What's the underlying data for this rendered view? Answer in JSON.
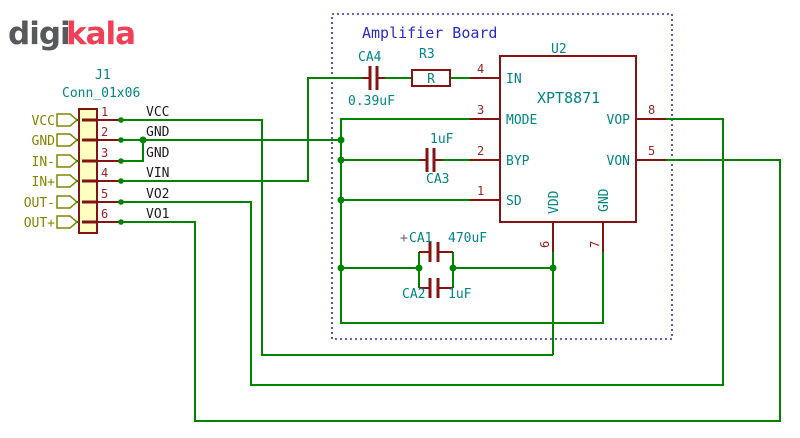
{
  "logo": {
    "gray": "digi",
    "red": "kala"
  },
  "note": {
    "title": "Amplifier Board"
  },
  "connector": {
    "ref": "J1",
    "value": "Conn_01x06",
    "pins": [
      {
        "num": "1",
        "hier": "VCC",
        "net": "VCC"
      },
      {
        "num": "2",
        "hier": "GND",
        "net": "GND"
      },
      {
        "num": "3",
        "hier": "IN-",
        "net": "GND"
      },
      {
        "num": "4",
        "hier": "IN+",
        "net": "VIN"
      },
      {
        "num": "5",
        "hier": "OUT-",
        "net": "VO2"
      },
      {
        "num": "6",
        "hier": "OUT+",
        "net": "VO1"
      }
    ]
  },
  "ic": {
    "ref": "U2",
    "value": "XPT8871",
    "pins": {
      "in": {
        "num": "4",
        "name": "IN"
      },
      "mode": {
        "num": "3",
        "name": "MODE"
      },
      "byp": {
        "num": "2",
        "name": "BYP"
      },
      "sd": {
        "num": "1",
        "name": "SD"
      },
      "vop": {
        "num": "8",
        "name": "VOP"
      },
      "von": {
        "num": "5",
        "name": "VON"
      },
      "vdd": {
        "num": "6",
        "name": "VDD"
      },
      "gnd": {
        "num": "7",
        "name": "GND"
      }
    }
  },
  "resistor": {
    "ref": "R3",
    "value": "R"
  },
  "caps": {
    "ca4": {
      "ref": "CA4",
      "value": "0.39uF"
    },
    "ca3": {
      "ref": "CA3",
      "value": "1uF"
    },
    "ca1": {
      "ref": "CA1",
      "value": "470uF",
      "plus": "+"
    },
    "ca2": {
      "ref": "CA2",
      "value": "1uF"
    }
  },
  "colors": {
    "wire_green": "#008400",
    "symbol_maroon": "#841414",
    "field_teal": "#008484",
    "pin_number_red": "#9c2222",
    "net_label_black": "#1c1c1c",
    "hier_label_olive": "#848400",
    "note_blue": "#2a2ac8",
    "logo_gray": "#58595b",
    "logo_red": "#ef4056",
    "connector_fill": "#ffffc2"
  }
}
